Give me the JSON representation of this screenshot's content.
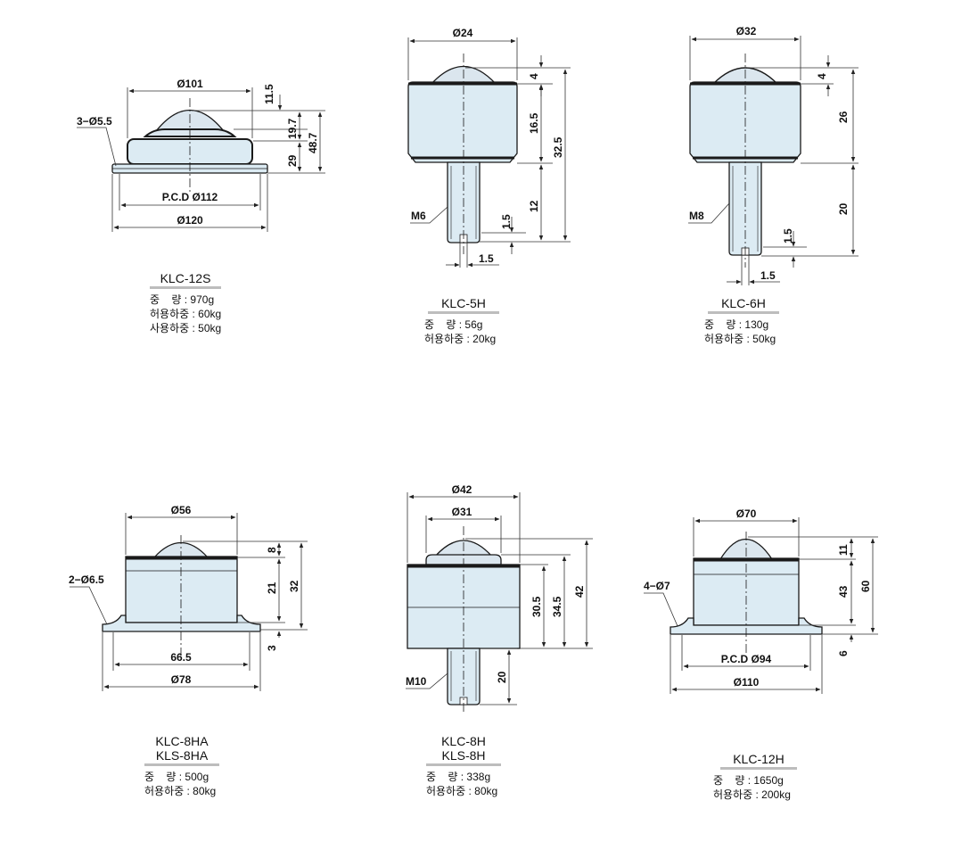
{
  "colors": {
    "body": "#dcebf3",
    "ball": "#dbe6ee",
    "outline": "#1a1a1a",
    "dim": "#333333",
    "model_underline": "#bdbdbd"
  },
  "products": [
    {
      "id": "klc12s",
      "models": [
        "KLC-12S"
      ],
      "specs": [
        {
          "label": "중    량",
          "value": ": 970g"
        },
        {
          "label": "허용하중",
          "value": ": 60kg"
        },
        {
          "label": "사용하중",
          "value": ": 50kg"
        }
      ],
      "dims": {
        "top_dia": "Ø101",
        "holes": "3−Ø5.5",
        "pcd": "P.C.D Ø112",
        "base_dia": "Ø120",
        "ball_h": "11.5",
        "body_h": "19.7",
        "mid_h": "29",
        "total_h": "48.7"
      }
    },
    {
      "id": "klc5h",
      "models": [
        "KLC-5H"
      ],
      "specs": [
        {
          "label": "중    량",
          "value": ": 56g"
        },
        {
          "label": "허용하중",
          "value": ": 20kg"
        }
      ],
      "dims": {
        "top_dia": "Ø24",
        "ball_h": "4",
        "body_h": "16.5",
        "total_h": "32.5",
        "stud_len": "12",
        "thread": "M6",
        "slot_depth": "1.5",
        "slot_width": "1.5"
      }
    },
    {
      "id": "klc6h",
      "models": [
        "KLC-6H"
      ],
      "specs": [
        {
          "label": "중    량",
          "value": ": 130g"
        },
        {
          "label": "허용하중",
          "value": ": 50kg"
        }
      ],
      "dims": {
        "top_dia": "Ø32",
        "ball_h": "4",
        "body_h": "26",
        "stud_len": "20",
        "thread": "M8",
        "slot_depth": "1.5",
        "slot_width": "1.5"
      }
    },
    {
      "id": "klc8ha",
      "models": [
        "KLC-8HA",
        "KLS-8HA"
      ],
      "specs": [
        {
          "label": "중    량",
          "value": ": 500g"
        },
        {
          "label": "허용하중",
          "value": ": 80kg"
        }
      ],
      "dims": {
        "top_dia": "Ø56",
        "holes": "2−Ø6.5",
        "pcd": "66.5",
        "base_dia": "Ø78",
        "ball_h": "8",
        "body_h": "21",
        "total_h": "32",
        "flange_h": "3"
      }
    },
    {
      "id": "klc8h",
      "models": [
        "KLC-8H",
        "KLS-8H"
      ],
      "specs": [
        {
          "label": "중    량",
          "value": ": 338g"
        },
        {
          "label": "허용하중",
          "value": ": 80kg"
        }
      ],
      "dims": {
        "outer_dia": "Ø42",
        "inner_dia": "Ø31",
        "h1": "30.5",
        "h2": "34.5",
        "total_h": "42",
        "thread": "M10",
        "stud_len": "20"
      }
    },
    {
      "id": "klc12h",
      "models": [
        "KLC-12H"
      ],
      "specs": [
        {
          "label": "중    량",
          "value": ": 1650g"
        },
        {
          "label": "허용하중",
          "value": ": 200kg"
        }
      ],
      "dims": {
        "top_dia": "Ø70",
        "holes": "4−Ø7",
        "pcd": "P.C.D Ø94",
        "base_dia": "Ø110",
        "ball_h": "11",
        "body_h": "43",
        "total_h": "60",
        "flange_h": "6"
      }
    }
  ]
}
